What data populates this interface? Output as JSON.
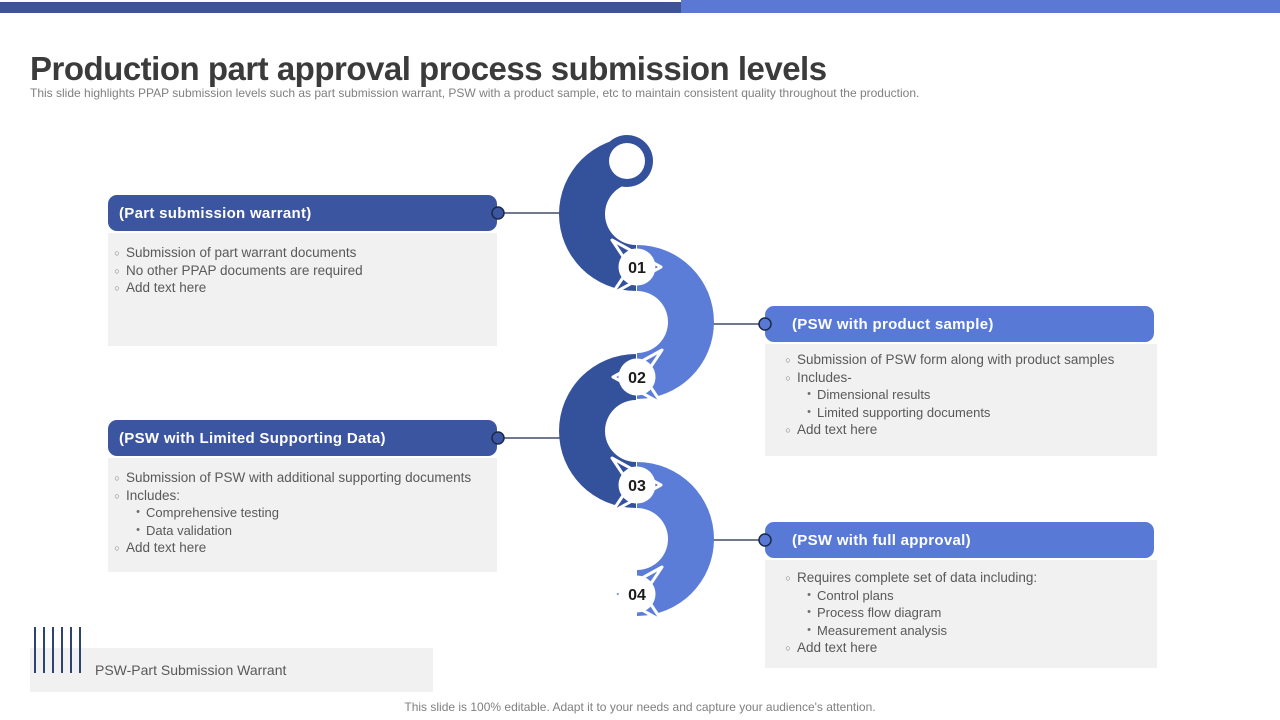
{
  "slide": {
    "title": "Production part approval process submission levels",
    "subtitle": "This slide highlights PPAP submission levels such as part submission warrant, PSW with a product sample, etc to maintain consistent quality throughout the production.",
    "footer": "This slide is 100% editable. Adapt it to your needs and capture your audience's attention.",
    "legend": "PSW-Part Submission Warrant"
  },
  "glyphs": {
    "bullet_level1": "○",
    "bullet_level2": "•"
  },
  "colors": {
    "top_bar_dark": "#3e5494",
    "top_bar_light": "#5b78d4",
    "step_dark": "#3c55a0",
    "step_light": "#587ad6",
    "arc_dark": "#34519c",
    "arc_light": "#5b7dd8",
    "body_background": "#f1f1f1",
    "body_text": "#595959",
    "title_text": "#3b3b3b",
    "muted_text": "#7f7f7f",
    "connector_line": "#1b2a47"
  },
  "steps": [
    {
      "number": "01",
      "side": "left",
      "theme": "dark",
      "header": "(Part submission warrant)",
      "bullets": [
        {
          "level": 1,
          "text": "Submission of part warrant documents"
        },
        {
          "level": 1,
          "text": "No other PPAP documents are required"
        },
        {
          "level": 1,
          "text": "Add text here"
        }
      ]
    },
    {
      "number": "02",
      "side": "right",
      "theme": "light",
      "header": "(PSW with product sample)",
      "bullets": [
        {
          "level": 1,
          "text": "Submission of PSW form along with product samples"
        },
        {
          "level": 1,
          "text": "Includes-"
        },
        {
          "level": 2,
          "text": "Dimensional results"
        },
        {
          "level": 2,
          "text": "Limited supporting documents"
        },
        {
          "level": 1,
          "text": "Add text here"
        }
      ]
    },
    {
      "number": "03",
      "side": "left",
      "theme": "dark",
      "header": "(PSW with Limited Supporting Data)",
      "bullets": [
        {
          "level": 1,
          "text": "Submission of PSW with additional supporting documents"
        },
        {
          "level": 1,
          "text": "Includes:"
        },
        {
          "level": 2,
          "text": "Comprehensive testing"
        },
        {
          "level": 2,
          "text": "Data validation"
        },
        {
          "level": 1,
          "text": "Add text here"
        }
      ]
    },
    {
      "number": "04",
      "side": "right",
      "theme": "light",
      "header": "(PSW with full approval)",
      "bullets": [
        {
          "level": 1,
          "text": "Requires complete set of data including:"
        },
        {
          "level": 2,
          "text": "Control plans"
        },
        {
          "level": 2,
          "text": "Process flow diagram"
        },
        {
          "level": 2,
          "text": "Measurement analysis"
        },
        {
          "level": 1,
          "text": "Add text here"
        }
      ]
    }
  ]
}
